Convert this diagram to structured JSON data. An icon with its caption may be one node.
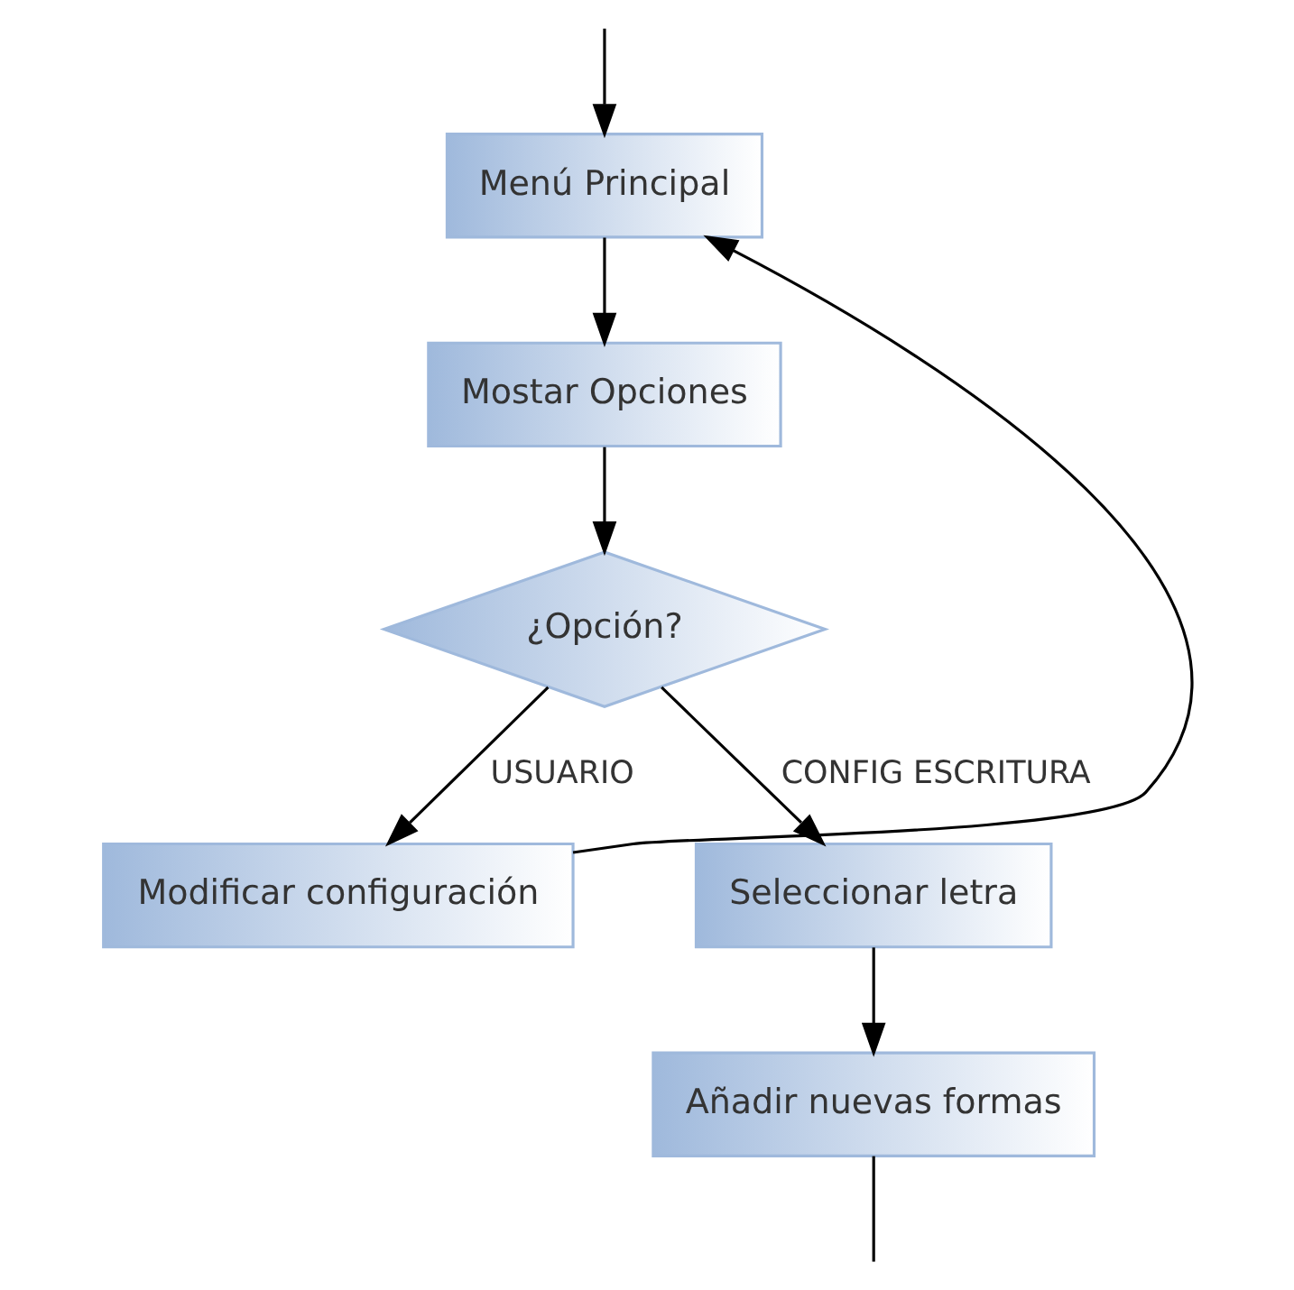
{
  "diagram": {
    "nodes": [
      {
        "text": [
          "Menú Principal"
        ]
      },
      {
        "text": [
          "Mostar Opciones"
        ]
      },
      {
        "text": [
          "¿Opción?"
        ]
      },
      {
        "text": [
          "Modificar configuración"
        ]
      },
      {
        "text": [
          "Seleccionar letra"
        ]
      },
      {
        "text": [
          "Añadir nuevas formas"
        ]
      }
    ],
    "edges": [
      {
        "from": 0,
        "to": 1,
        "arrow": "to"
      },
      {
        "from": 1,
        "to": 2,
        "arrow": "to"
      },
      {
        "from": 2,
        "to": 3,
        "label": "USUARIO",
        "arrow": "to"
      },
      {
        "from": 2,
        "to": 4,
        "label": "CONFIG ESCRITURA",
        "arrow": "to"
      },
      {
        "from": 4,
        "to": 5,
        "arrow": "to"
      },
      {
        "from": 3,
        "to": 0,
        "arrow": "to"
      },
      {
        "from": null,
        "to": 0,
        "arrow": "to"
      },
      {
        "from": 5,
        "to": null,
        "arrow": "none"
      }
    ]
  }
}
